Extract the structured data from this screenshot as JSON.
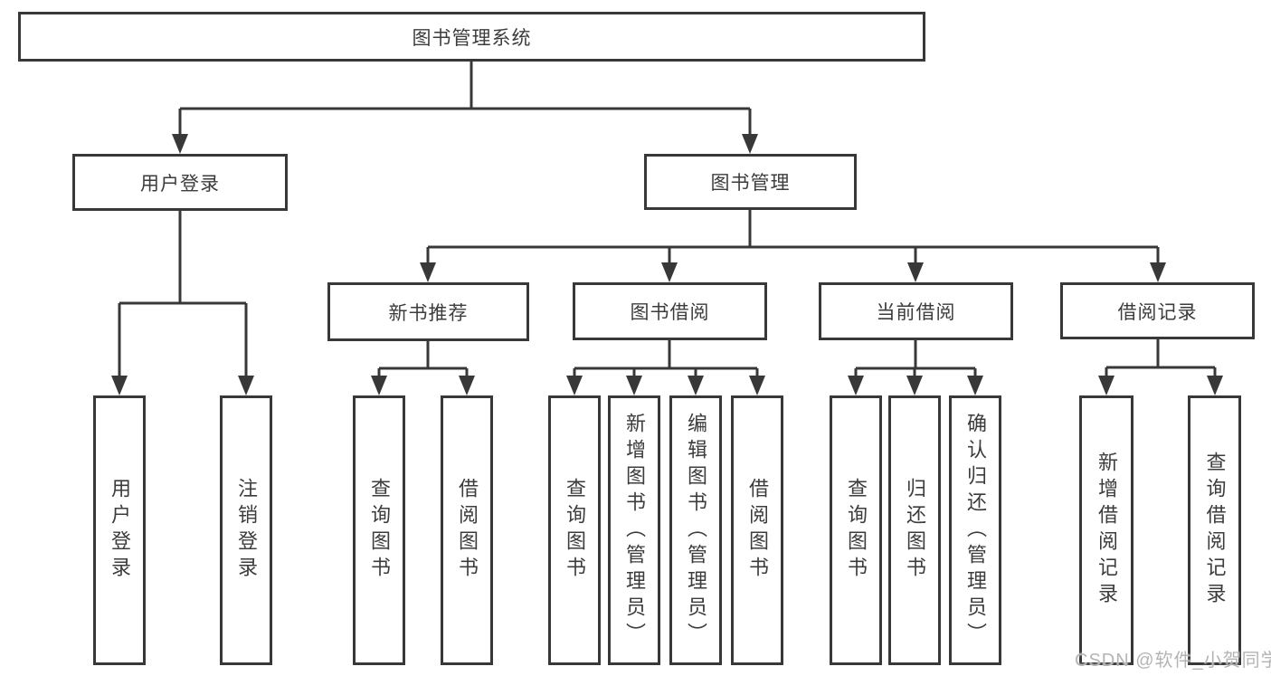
{
  "diagram_title": "图书管理系统",
  "watermark": "CSDN @软件_小贺同学",
  "colors": {
    "line": "#383838",
    "box_border": "#383838",
    "text": "#3c3c3c",
    "background": "#ffffff",
    "watermark_text": "#b4b4b4"
  },
  "tree": {
    "label": "图书管理系统",
    "children": [
      {
        "label": "用户登录",
        "children": [
          {
            "label": "用户登录"
          },
          {
            "label": "注销登录"
          }
        ]
      },
      {
        "label": "图书管理",
        "children": [
          {
            "label": "新书推荐",
            "children": [
              {
                "label": "查询图书"
              },
              {
                "label": "借阅图书"
              }
            ]
          },
          {
            "label": "图书借阅",
            "children": [
              {
                "label": "查询图书"
              },
              {
                "label": "新增图书（管理员）"
              },
              {
                "label": "编辑图书（管理员）"
              },
              {
                "label": "借阅图书"
              }
            ]
          },
          {
            "label": "当前借阅",
            "children": [
              {
                "label": "查询图书"
              },
              {
                "label": "归还图书"
              },
              {
                "label": "确认归还（管理员）"
              }
            ]
          },
          {
            "label": "借阅记录",
            "children": [
              {
                "label": "新增借阅记录"
              },
              {
                "label": "查询借阅记录"
              }
            ]
          }
        ]
      }
    ]
  }
}
